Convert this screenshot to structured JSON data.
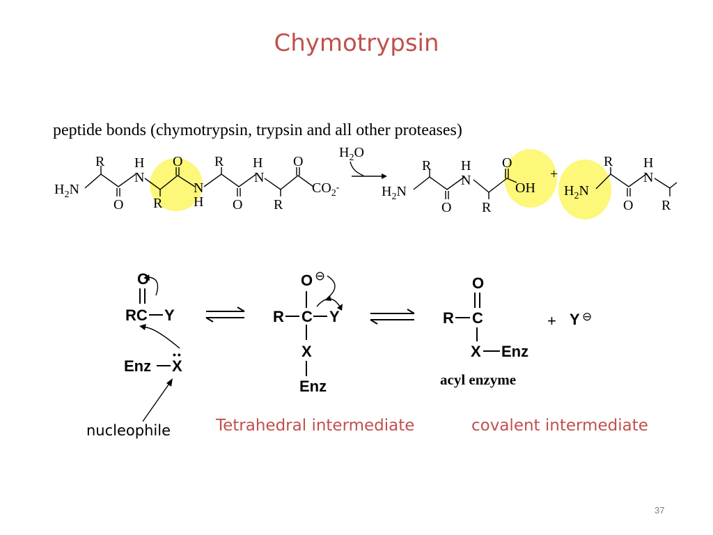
{
  "slide": {
    "title": "Chymotrypsin",
    "subtitle": "peptide bonds (chymotrypsin, trypsin and all other proteases)",
    "page_number": "37"
  },
  "top_scheme": {
    "reagent": "H2O",
    "left": {
      "n_term": "H2N",
      "c_term": "CO2",
      "charge": "-",
      "labels": [
        "R",
        "H",
        "N",
        "O",
        "N",
        "H",
        "R",
        "H",
        "N",
        "O",
        "O",
        "R",
        "O",
        "R"
      ]
    },
    "right_a": {
      "n_term": "H2N",
      "c_term": "OH",
      "labels": [
        "R",
        "H",
        "N",
        "O",
        "O",
        "R"
      ]
    },
    "plus": "+",
    "right_b": {
      "n_term": "H2N",
      "labels": [
        "R",
        "H",
        "N",
        "O",
        "R"
      ]
    },
    "highlight_color": "#fdf77a"
  },
  "mechanism": {
    "step1": {
      "o": "O",
      "rc": "RC",
      "y": "Y",
      "enz": "Enz",
      "x": "X",
      "lone_pair": "••"
    },
    "step2": {
      "o": "O",
      "minus": "⊖",
      "r": "R",
      "c": "C",
      "y": "Y",
      "x": "X",
      "enz": "Enz"
    },
    "step3": {
      "o": "O",
      "r": "R",
      "c": "C",
      "x": "X",
      "enz": "Enz",
      "label": "acyl  enzyme"
    },
    "plus": "+",
    "y_minus": "Y",
    "y_minus_charge": "⊖"
  },
  "captions": {
    "nucleophile": "nucleophile",
    "tetrahedral": "Tetrahedral intermediate",
    "covalent": "covalent intermediate"
  },
  "colors": {
    "title": "#c0504d",
    "caption_red": "#c0504d"
  }
}
